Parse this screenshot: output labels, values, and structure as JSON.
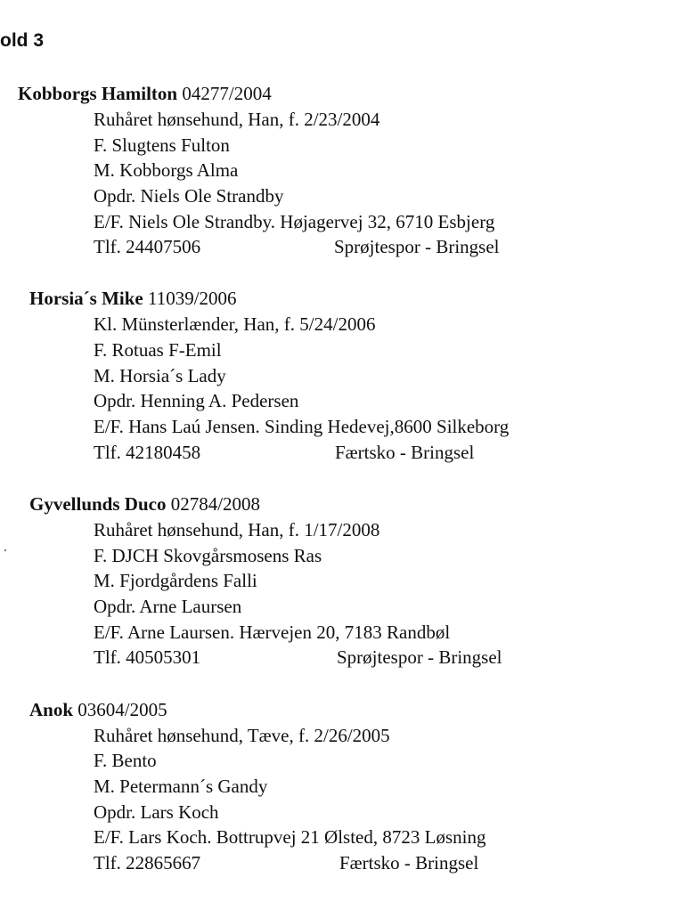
{
  "page": {
    "hold_title": "old 3"
  },
  "entries": [
    {
      "name": "Kobborgs Hamilton",
      "reg": "04277/2004",
      "breed_line": "Ruhåret hønsehund, Han, f. 2/23/2004",
      "father": "F. Slugtens Fulton",
      "mother": "M. Kobborgs Alma",
      "breeder": "Opdr. Niels Ole Strandby",
      "owner": "E/F. Niels Ole Strandby. Højagervej 32, 6710 Esbjerg",
      "phone": "Tlf. 24407506",
      "track": "Sprøjtespor - Bringsel"
    },
    {
      "name": "Horsia´s Mike",
      "reg": "11039/2006",
      "breed_line": "Kl. Münsterlænder, Han, f. 5/24/2006",
      "father": "F. Rotuas F-Emil",
      "mother": "M. Horsia´s Lady",
      "breeder": "Opdr. Henning A. Pedersen",
      "owner": "E/F. Hans Laú Jensen. Sinding Hedevej,8600 Silkeborg",
      "phone": "Tlf. 42180458",
      "track": "Færtsko - Bringsel"
    },
    {
      "name": "Gyvellunds Duco",
      "reg": "02784/2008",
      "breed_line": "Ruhåret hønsehund, Han, f. 1/17/2008",
      "father": "F. DJCH Skovgårsmosens Ras",
      "mother": "M. Fjordgårdens Falli",
      "breeder": "Opdr. Arne Laursen",
      "owner": "E/F. Arne Laursen. Hærvejen 20, 7183 Randbøl",
      "phone": "Tlf. 40505301",
      "track": "Sprøjtespor - Bringsel"
    },
    {
      "name": "Anok",
      "reg": "03604/2005",
      "breed_line": "Ruhåret hønsehund, Tæve, f. 2/26/2005",
      "father": "F. Bento",
      "mother": "M. Petermann´s Gandy",
      "breeder": "Opdr. Lars Koch",
      "owner": "E/F. Lars Koch. Bottrupvej 21 Ølsted, 8723 Løsning",
      "phone": "Tlf. 22865667",
      "track": "Færtsko - Bringsel"
    }
  ]
}
